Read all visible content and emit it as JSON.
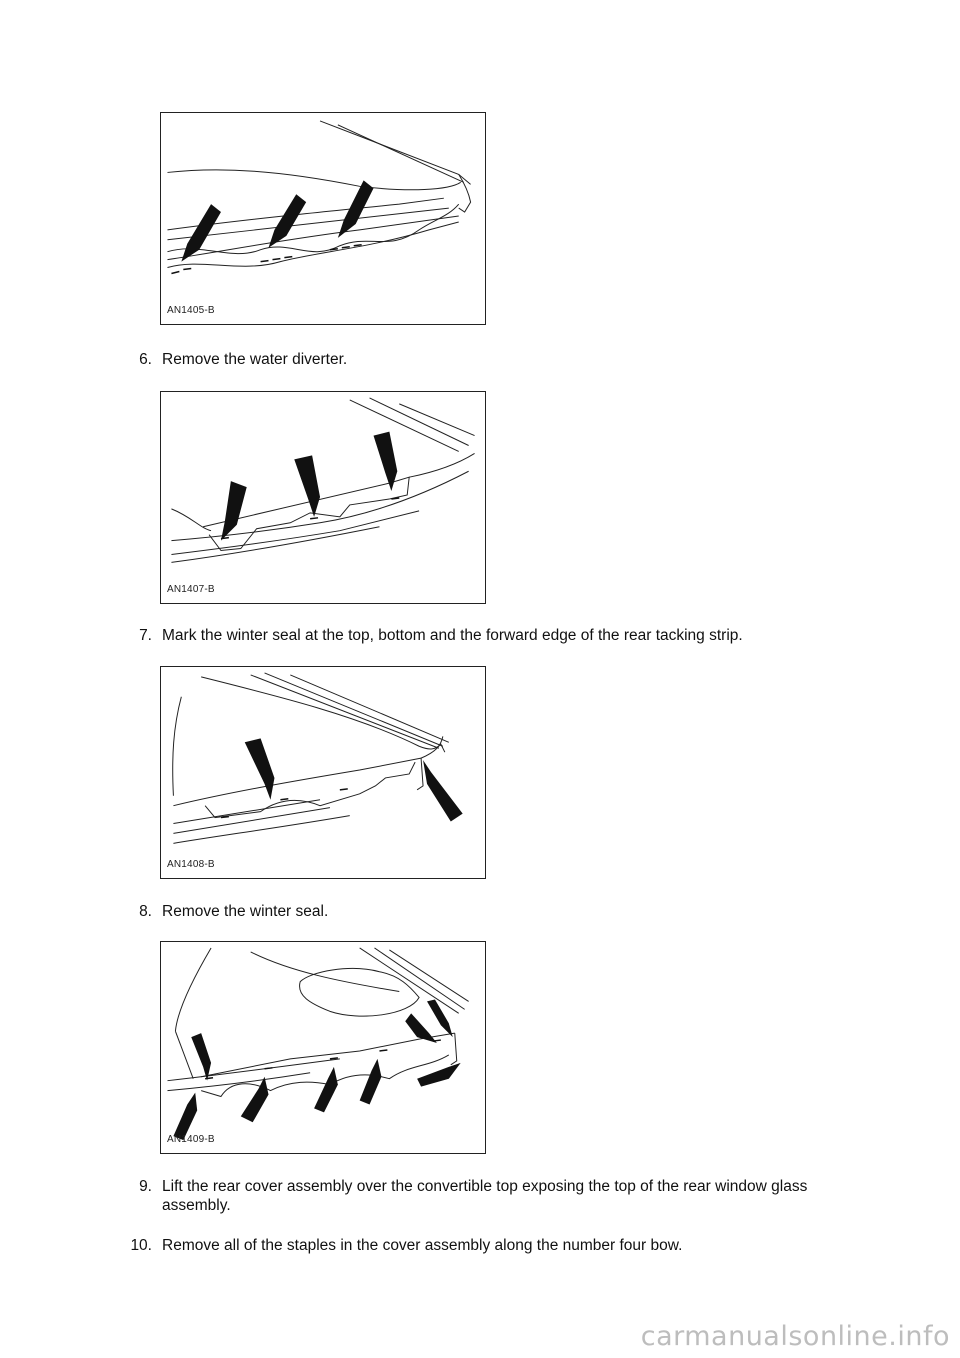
{
  "figures": [
    {
      "label": "AN1405-B"
    },
    {
      "label": "AN1407-B"
    },
    {
      "label": "AN1408-B"
    },
    {
      "label": "AN1409-B"
    }
  ],
  "steps": [
    {
      "num": "6.",
      "text": "Remove the water diverter."
    },
    {
      "num": "7.",
      "text": "Mark the winter seal at the top, bottom and the forward edge of the rear tacking strip."
    },
    {
      "num": "8.",
      "text": "Remove the winter seal."
    },
    {
      "num": "9.",
      "text": "Lift the rear cover assembly over the convertible top exposing the top of the rear window glass assembly."
    },
    {
      "num": "10.",
      "text": "Remove all of the staples in the cover assembly along the number four bow."
    }
  ],
  "watermark": "carmanualsonline.info"
}
